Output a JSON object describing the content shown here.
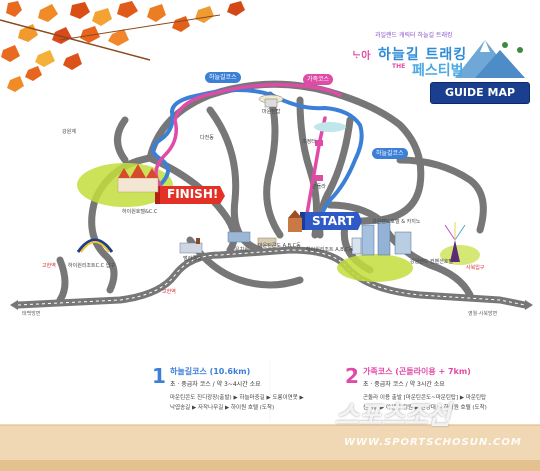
{
  "header": {
    "logo_small": "과일랜드 캐릭터 하늘길 트래킹",
    "logo_brand": "ᄂᆞ아",
    "logo_title_1": "하늘길 트래킹",
    "logo_title_2": "페스티벌",
    "logo_the": "THE",
    "guide_map_label": "GUIDE MAP"
  },
  "map": {
    "finish_label": "FINISH!",
    "start_label": "START",
    "route_tags": {
      "sky_course_top": "하늘길코스",
      "family_course": "가족코스",
      "sky_course_right": "하늘길코스"
    },
    "places": {
      "gangwon_left": "강원계",
      "dachae": "다전동",
      "high1_hotel_cc": "하이원호텔&C.C",
      "mt_top": "마운틴탑",
      "family_middle": "조정터",
      "gondola": "곤돌라",
      "high1_resort_cc_road": "하이원리조트C.C 입구",
      "valley_condo": "밸리콘도",
      "kindergarten": "유치원",
      "mountain_condo": "마운틴콘도 A,B,C동",
      "high1_resort_area": "하이원리조트 A,B,C동",
      "valley_lodge": "밸리콘도",
      "kangwon_land_hotel": "강원랜드호텔 & 카지노",
      "kangwon_land_convention": "강원랜드 컨벤션호텔",
      "gohan_station": "고한역",
      "sabuk_station": "사북입구",
      "gohan_station_left": "고한역"
    },
    "roads": {
      "left": "태백방면",
      "right": "영월·사북방면"
    }
  },
  "legend": {
    "course1": {
      "number": "1",
      "title": "하늘길코스 (10.6km)",
      "subtitle": "초 · 중급자 코스 / 약 3~4시간 소요",
      "line1": "마운틴콘도 진디광장(출발) ▶ 하늘마중길 ▶ 도롱이연못 ▶",
      "line2": "낙엽송길 ▶ 자작나무길 ▶ 하이원 호텔 (도착)"
    },
    "course2": {
      "number": "2",
      "title": "가족코스 (곤돌라이용 + 7km)",
      "subtitle": "초 · 중급자 코스 / 약 3시간 소요",
      "line1": "곤돌라 이용 출발 [마운틴콘도~마운틴탑] ▶ 마운틴탑",
      "line2": "산책길 ▶ 야생화 정원 ▶ 전망대 ▶ 하이원 호텔 (도착)"
    }
  },
  "watermark": {
    "brand": "스포츠조선",
    "url": "WWW.SPORTSCHOSUN.COM"
  },
  "colors": {
    "blue_route": "#3c7fd6",
    "pink_route": "#e04ba7",
    "road": "#777777",
    "finish_red": "#e33127",
    "start_blue": "#2e59c7",
    "green_area": "#c3de3c",
    "guide_navy": "#1b3f8f",
    "leaf_orange": "#e6691e",
    "bottom_band": "#f0d8b4"
  }
}
